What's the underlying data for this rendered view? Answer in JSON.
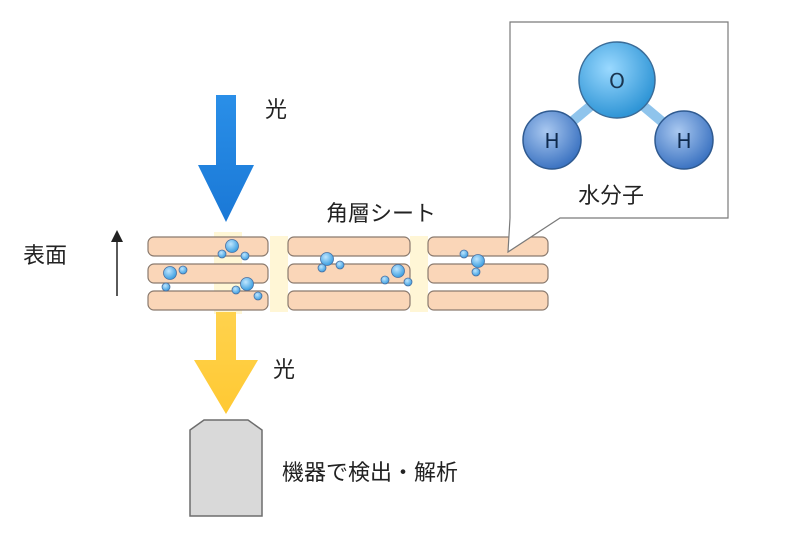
{
  "labels": {
    "light_in": "光",
    "light_out": "光",
    "surface": "表面",
    "stratum_corneum": "角層シート",
    "water_molecule": "水分子",
    "detector": "機器で検出・解析"
  },
  "molecule": {
    "oxygen": "O",
    "hydrogen_left": "H",
    "hydrogen_right": "H"
  },
  "colors": {
    "incoming_light": "#1e88e5",
    "outgoing_light": "#ffd54f",
    "cell_fill": "#fad6b8",
    "cell_stroke": "#7a6a60",
    "gap_fill": "#fdf6d8",
    "oxygen": "#4fb3e8",
    "hydrogen": "#5a8fd0",
    "bond": "#8fc4ec",
    "detector_fill": "#d9d9d9"
  }
}
